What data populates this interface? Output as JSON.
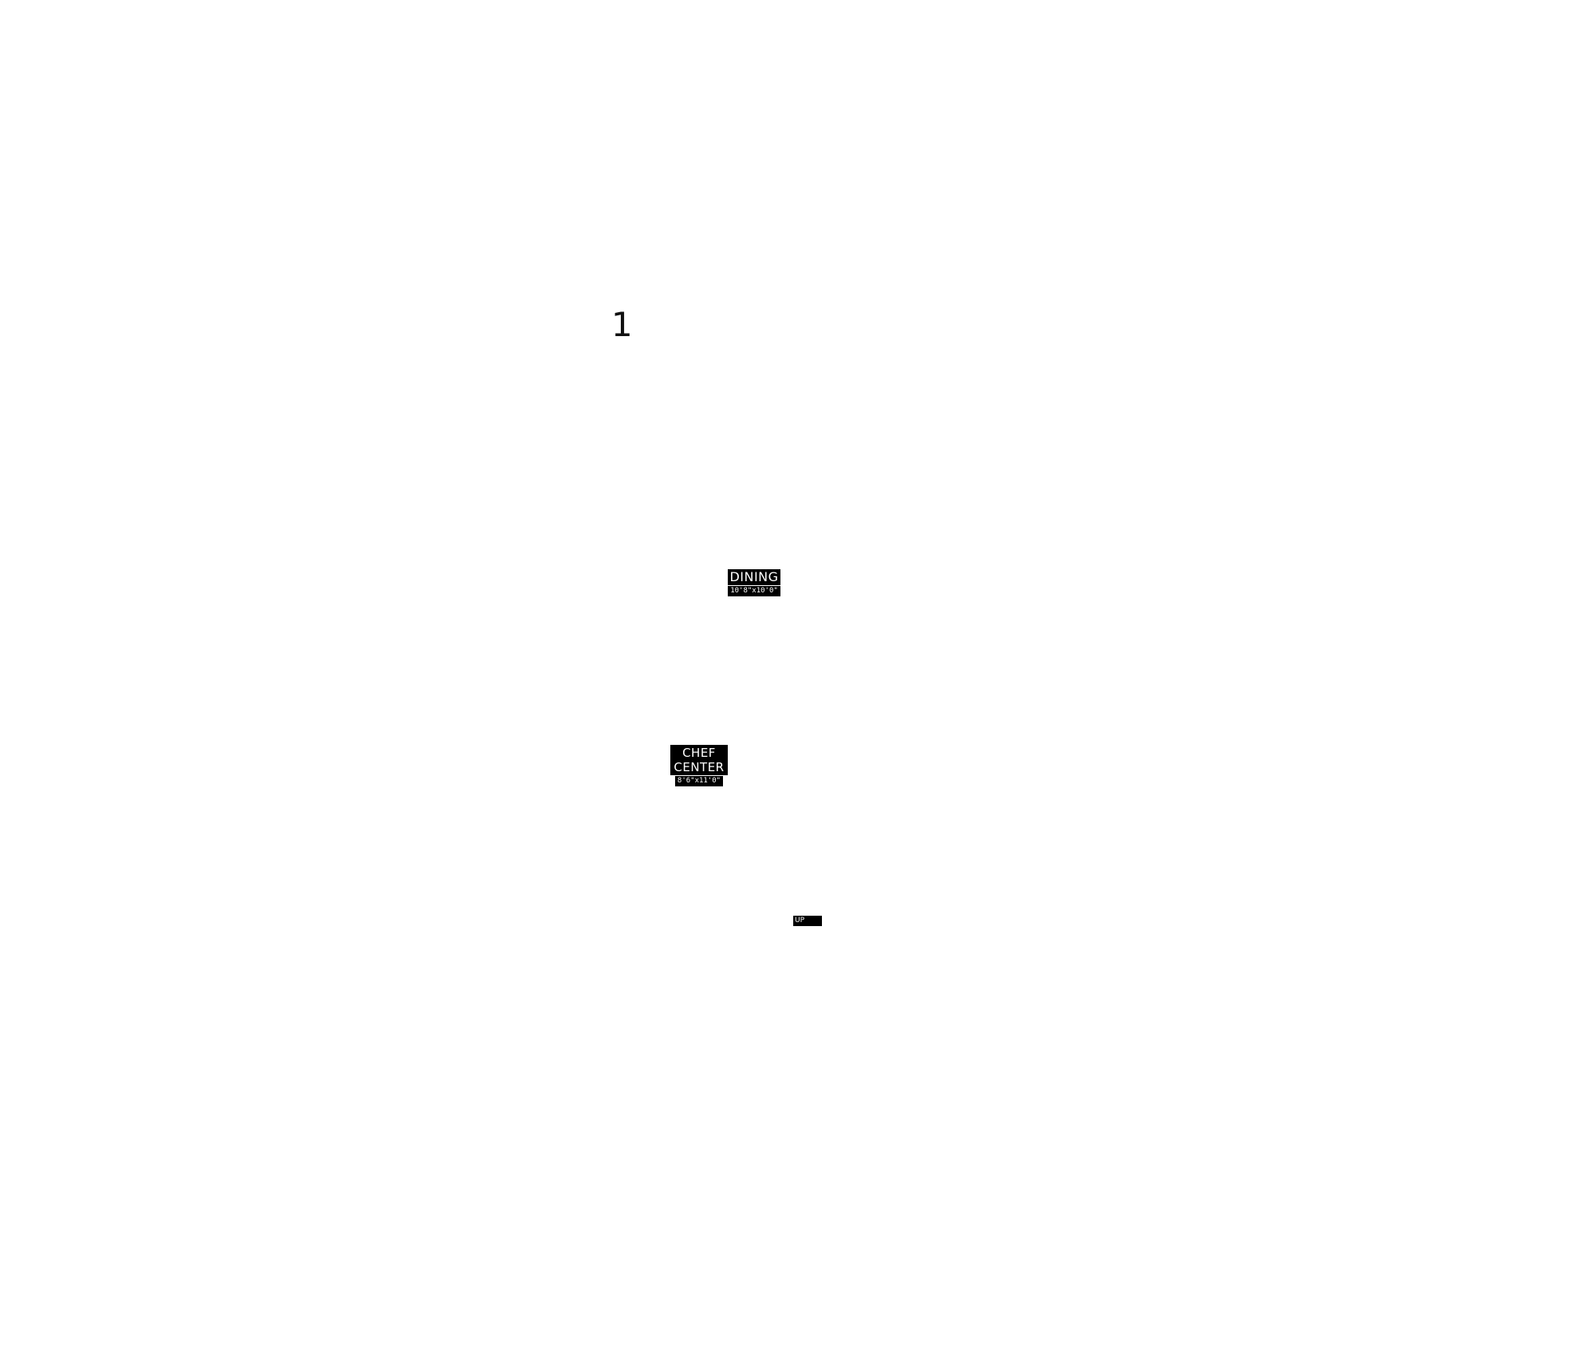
{
  "sheet": {
    "number": "1"
  },
  "rooms": [
    {
      "name": "DINING",
      "dimensions": "10'8\"x10'0\""
    },
    {
      "name": "CHEF\nCENTER",
      "dimensions": "8'6\"x11'0\""
    }
  ],
  "stair": {
    "label": "UP"
  }
}
